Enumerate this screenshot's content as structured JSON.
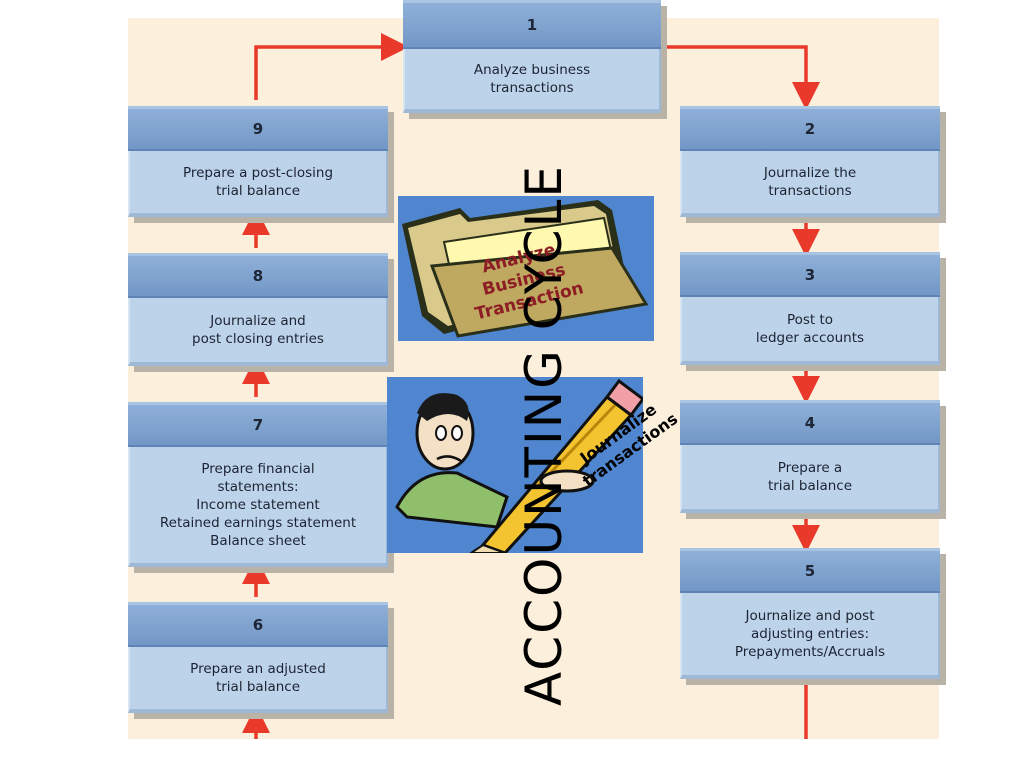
{
  "title": "ACCOUNTING CYCLE",
  "steps": [
    {
      "number": "1",
      "text": "Analyze business\ntransactions"
    },
    {
      "number": "2",
      "text": "Journalize the\ntransactions"
    },
    {
      "number": "3",
      "text": "Post to\nledger accounts"
    },
    {
      "number": "4",
      "text": "Prepare a\ntrial balance"
    },
    {
      "number": "5",
      "text": "Journalize and post\nadjusting entries:\nPrepayments/Accruals"
    },
    {
      "number": "6",
      "text": "Prepare an adjusted\ntrial balance"
    },
    {
      "number": "7",
      "text": "Prepare financial\nstatements:\nIncome statement\nRetained earnings statement\nBalance sheet"
    },
    {
      "number": "8",
      "text": "Journalize and\npost closing entries"
    },
    {
      "number": "9",
      "text": "Prepare a post-closing\ntrial balance"
    }
  ],
  "images": {
    "folder_label": "Analyze\nBusiness\nTransaction",
    "journal_label": "Journalize\ntransactions"
  },
  "colors": {
    "background": "#fcf0dc",
    "step_header": "#7f a3cf",
    "step_body": "#bcd3ea",
    "arrow": "#e8392a",
    "clipart_bg": "#4f86cf"
  }
}
